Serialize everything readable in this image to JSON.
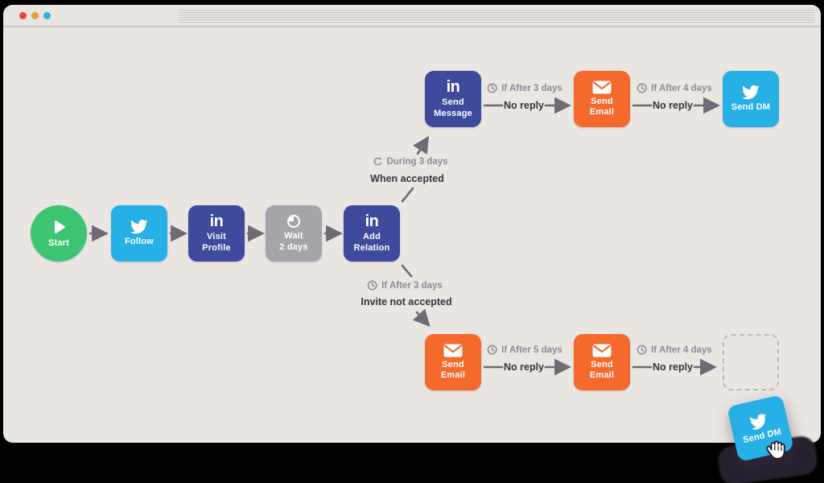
{
  "window": {
    "traffic_lights": [
      {
        "name": "close",
        "color": "#e0493f"
      },
      {
        "name": "minimize",
        "color": "#e0a03b"
      },
      {
        "name": "expand",
        "color": "#30b2e3"
      }
    ]
  },
  "glyphs": {
    "linkedin": "in"
  },
  "flow": {
    "start": {
      "label": "Start"
    },
    "follow": {
      "label": "Follow"
    },
    "visit_profile": {
      "label": "Visit\nProfile"
    },
    "wait": {
      "label": "Wait\n2 days"
    },
    "add_relation": {
      "label": "Add\nRelation"
    },
    "accepted_branch": {
      "condition": "During 3 days",
      "title": "When accepted",
      "send_message": {
        "label": "Send\nMessage"
      },
      "hop1": {
        "condition": "If After 3 days",
        "status": "No reply"
      },
      "send_email": {
        "label": "Send\nEmail"
      },
      "hop2": {
        "condition": "If After 4 days",
        "status": "No reply"
      },
      "send_dm": {
        "label": "Send DM"
      }
    },
    "not_accepted_branch": {
      "condition": "If After 3 days",
      "title": "Invite not accepted",
      "send_email_1": {
        "label": "Send\nEmail"
      },
      "hop1": {
        "condition": "If After 5 days",
        "status": "No reply"
      },
      "send_email_2": {
        "label": "Send\nEmail"
      },
      "hop2": {
        "condition": "If After 4 days",
        "status": "No reply"
      }
    },
    "dragging_card": {
      "label": "Send DM"
    }
  },
  "colors": {
    "green": "#3ec573",
    "twitter_blue": "#27b0e5",
    "linkedin_indigo": "#3e4a9b",
    "orange": "#f5692d",
    "wait_gray": "#a7a3ab",
    "arrow": "#6f6a75",
    "condition_text": "#8f8b96",
    "status_text": "#37333d"
  }
}
